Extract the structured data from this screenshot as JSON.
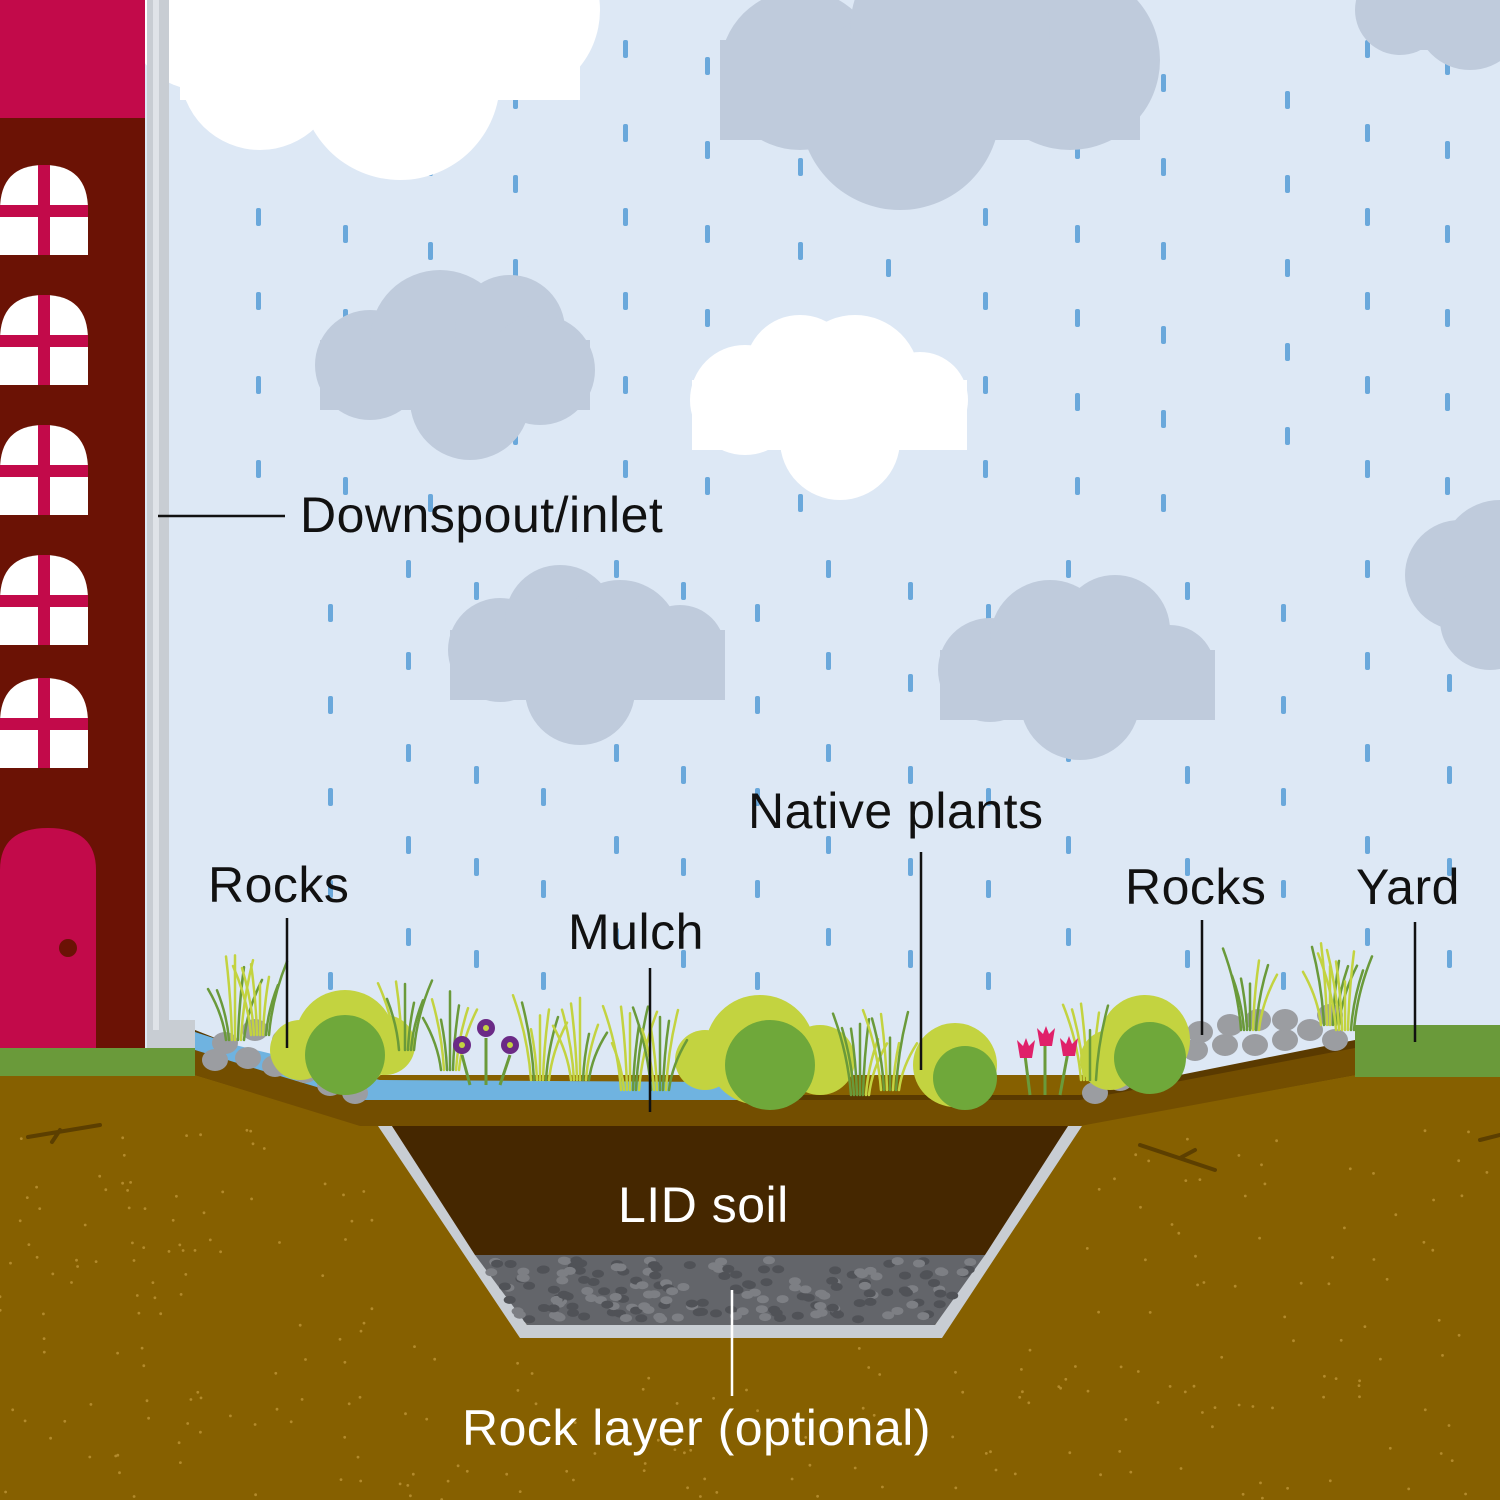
{
  "labels": {
    "downspout": "Downspout/inlet",
    "rocks_left": "Rocks",
    "mulch": "Mulch",
    "native_plants": "Native plants",
    "rocks_right": "Rocks",
    "yard": "Yard",
    "lid_soil": "LID soil",
    "rock_layer": "Rock layer (optional)"
  },
  "colors": {
    "sky": "#dde8f5",
    "rain": "#6aa8db",
    "cloud_white": "#ffffff",
    "cloud_grey": "#bfcbdc",
    "building_roof": "#c20a4a",
    "building_wall": "#6b1205",
    "door": "#c20a4a",
    "downspout": "#c8cdd3",
    "ground": "#866000",
    "grass": "#6a9a3a",
    "lid_soil": "#452700",
    "rock_layer": "#63656a",
    "water": "#6fb3e0",
    "shrub_light": "#c3d340",
    "shrub_dark": "#6fa83a",
    "rock": "#9b9da1",
    "flower_purple": "#6b2a86",
    "flower_pink": "#e0206a"
  }
}
